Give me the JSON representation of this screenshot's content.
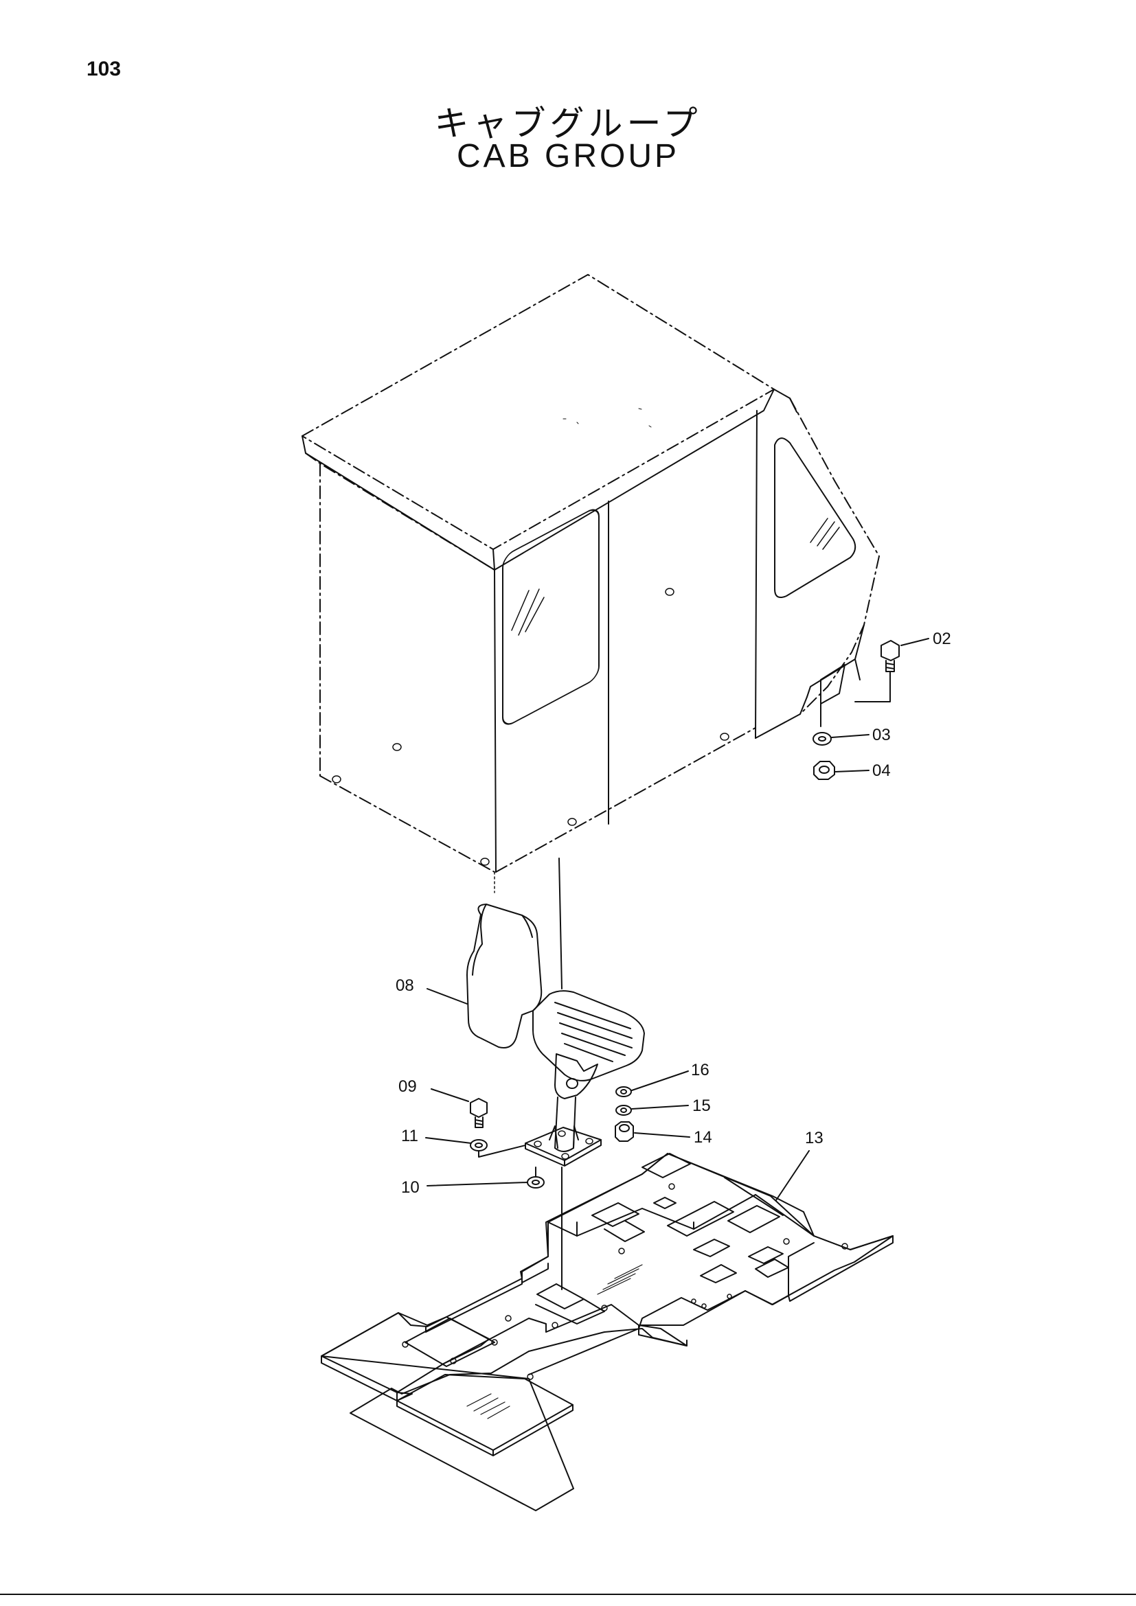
{
  "page": {
    "number": "103"
  },
  "title": {
    "japanese": "キャブグループ",
    "english": "CAB GROUP"
  },
  "callouts": [
    {
      "id": "02",
      "label": "02",
      "part": "bolt"
    },
    {
      "id": "03",
      "label": "03",
      "part": "spring washer"
    },
    {
      "id": "04",
      "label": "04",
      "part": "nut"
    },
    {
      "id": "08",
      "label": "08",
      "part": "seat"
    },
    {
      "id": "09",
      "label": "09",
      "part": "bolt"
    },
    {
      "id": "10",
      "label": "10",
      "part": "washer"
    },
    {
      "id": "11",
      "label": "11",
      "part": "spring washer"
    },
    {
      "id": "13",
      "label": "13",
      "part": "floor plate"
    },
    {
      "id": "14",
      "label": "14",
      "part": "nut"
    },
    {
      "id": "15",
      "label": "15",
      "part": "spring washer"
    },
    {
      "id": "16",
      "label": "16",
      "part": "washer"
    }
  ],
  "colors": {
    "line": "#111111",
    "paper": "#ffffff"
  }
}
